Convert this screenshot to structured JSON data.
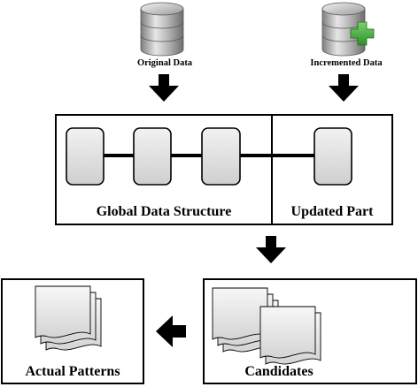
{
  "sources": {
    "original_label": "Original Data",
    "incremented_label": "Incremented Data"
  },
  "structure": {
    "global_label": "Global Data Structure",
    "updated_label": "Updated Part"
  },
  "outputs": {
    "actual_patterns_label": "Actual Patterns",
    "candidates_label": "Candidates"
  },
  "colors": {
    "stroke": "#000000",
    "node_fill": "#d9d9d9",
    "db_body": "#a9a9a9",
    "plus": "#3aa53a"
  },
  "icons": {
    "original_data": "database-icon",
    "incremented_data": "database-add-icon",
    "candidates": "documents-stack-icon",
    "actual_patterns": "documents-stack-icon"
  }
}
